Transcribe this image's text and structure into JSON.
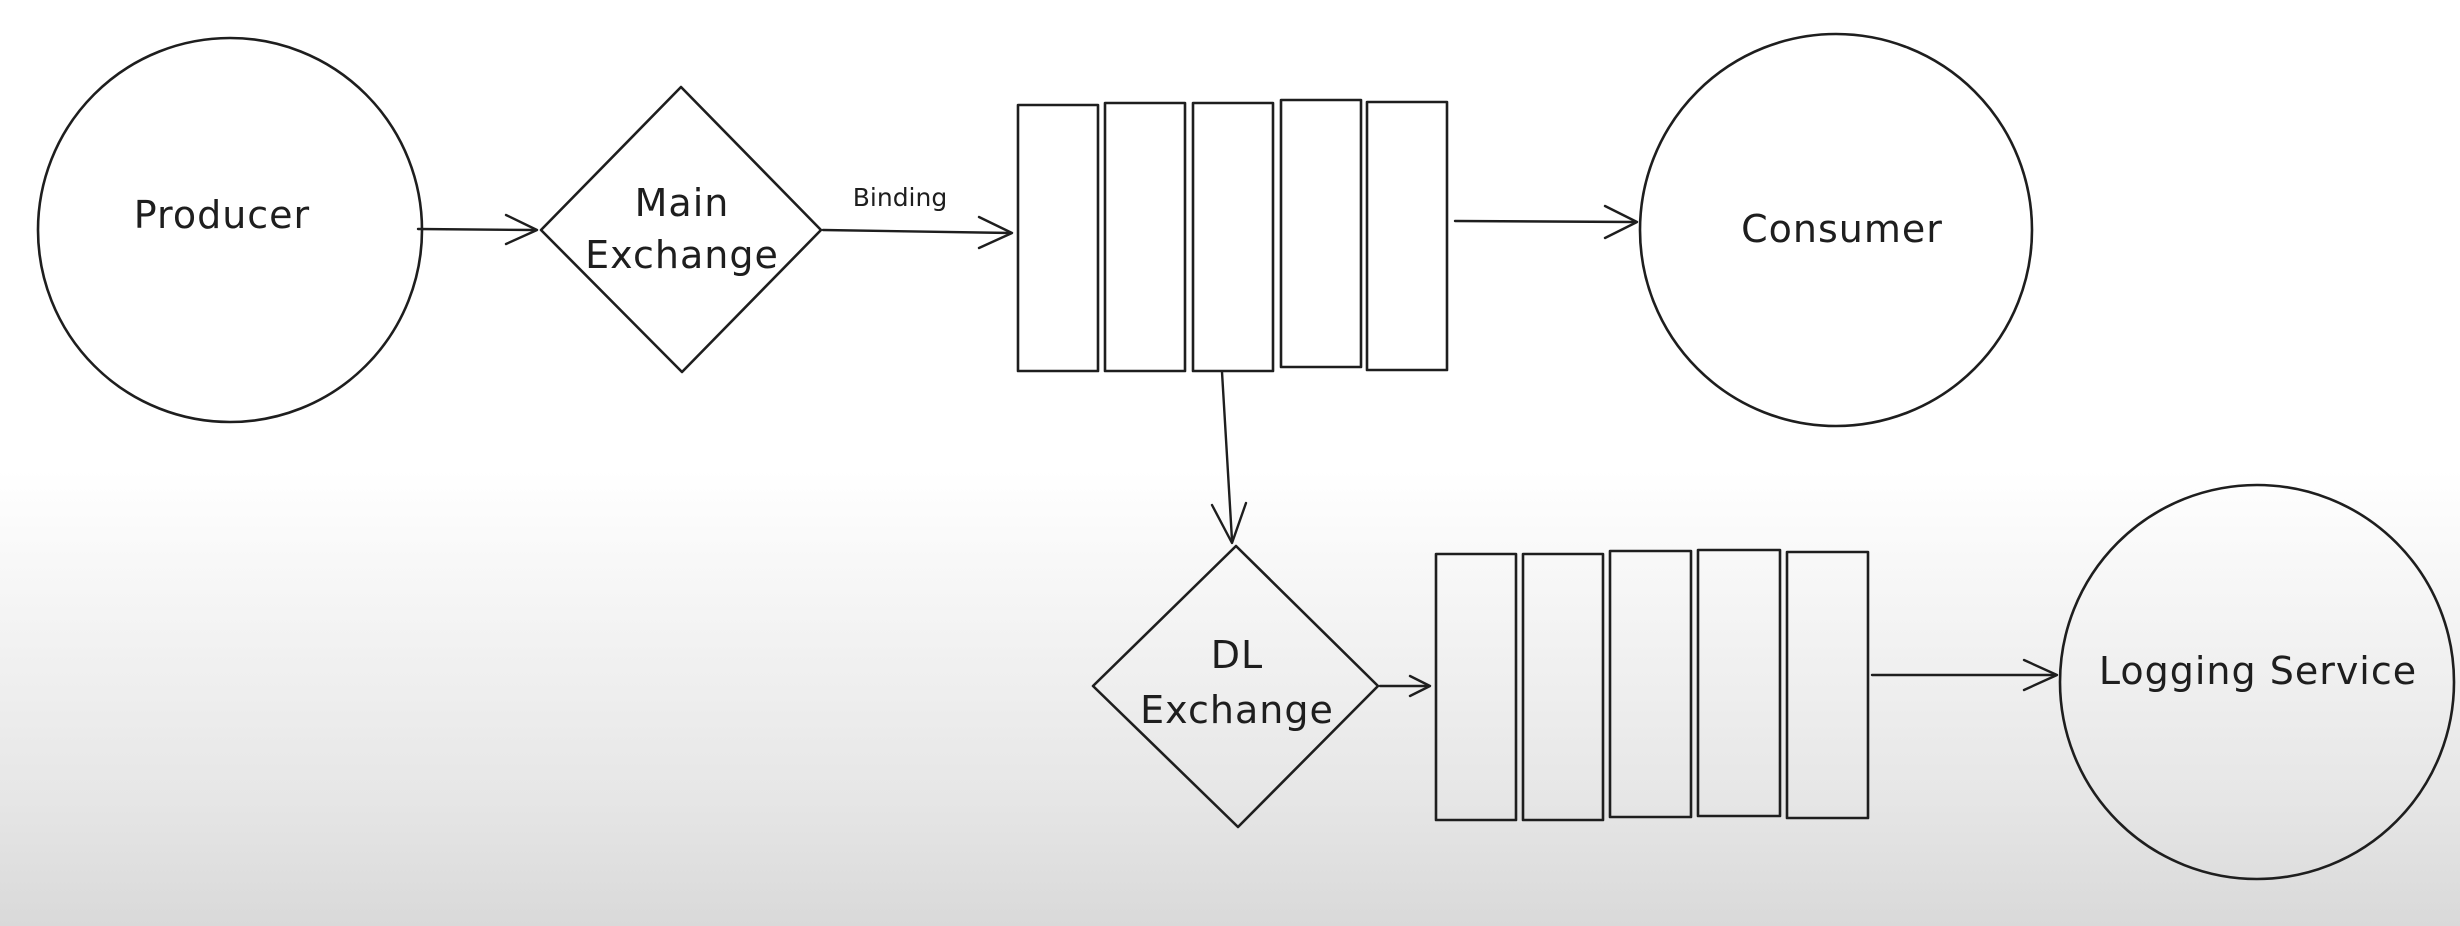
{
  "nodes": {
    "producer": "Producer",
    "main_exchange": [
      "Main",
      "Exchange"
    ],
    "binding": "Binding",
    "consumer": "Consumer",
    "dl_exchange": [
      "DL",
      "Exchange"
    ],
    "logging_service": "Logging Service"
  },
  "colors": {
    "node_hatch": "#b8b8b8",
    "node_fill": "#f3f3f3",
    "queue_hatch": "#8e95d6",
    "queue_fill": "#e6e8fb",
    "stroke": "#1e1e1e"
  },
  "queues": {
    "main_queue_segments": 5,
    "dl_queue_segments": 5
  }
}
